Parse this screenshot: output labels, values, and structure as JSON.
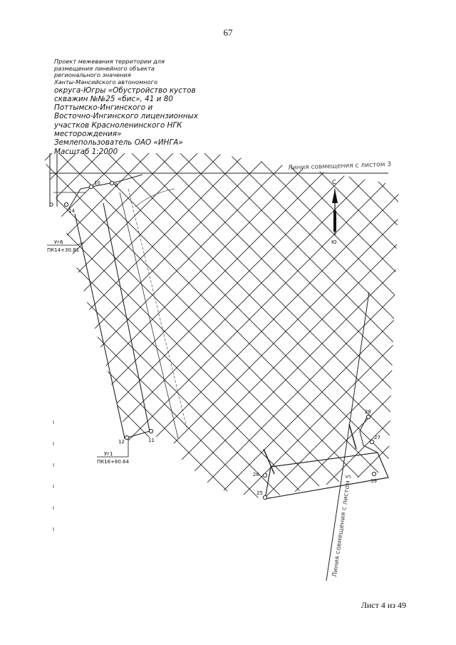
{
  "page_number": "67",
  "title": {
    "lines": [
      {
        "text": "Проект межевания территории для",
        "size": "sm"
      },
      {
        "text": "размещения линейного объекта",
        "size": "sm"
      },
      {
        "text": "регионального значения",
        "size": "sm"
      },
      {
        "text": "Ханты-Мансийского автономного",
        "size": "sm"
      },
      {
        "text": "округа-Югры «Обустройство кустов",
        "size": "lg"
      },
      {
        "text": "скважин №№25 «бис», 41 и 80",
        "size": "lg"
      },
      {
        "text": "Поттымско-Ингинского и",
        "size": "lg"
      },
      {
        "text": "Восточно-Ингинского лицензионных",
        "size": "lg"
      },
      {
        "text": "участков Красноленинского НГК",
        "size": "lg"
      },
      {
        "text": "месторождения»",
        "size": "lg"
      },
      {
        "text": "Землепользователь ОАО «ИНГА»",
        "size": "lg"
      },
      {
        "text": "Масштаб 1:2000",
        "size": "lg"
      }
    ]
  },
  "map": {
    "match_line_top": "Линия совмещения с листом 3",
    "match_line_bottom": "Линия совмещения с листом 5",
    "north_label": "С",
    "south_label": "Ю",
    "points": {
      "p9": "9",
      "p10": "10",
      "p11": "11",
      "p12": "12",
      "p14": "14",
      "p25": "25",
      "p26": "26",
      "p27": "27",
      "p28": "28",
      "p39": "39"
    },
    "pickets": {
      "ug6_name": "Уг6",
      "ug6_value": "ПК14+30.81",
      "ug1_name": "Уг1",
      "ug1_value": "ПК16+60.64"
    }
  },
  "sheet_label": "Лист 4 из 49"
}
